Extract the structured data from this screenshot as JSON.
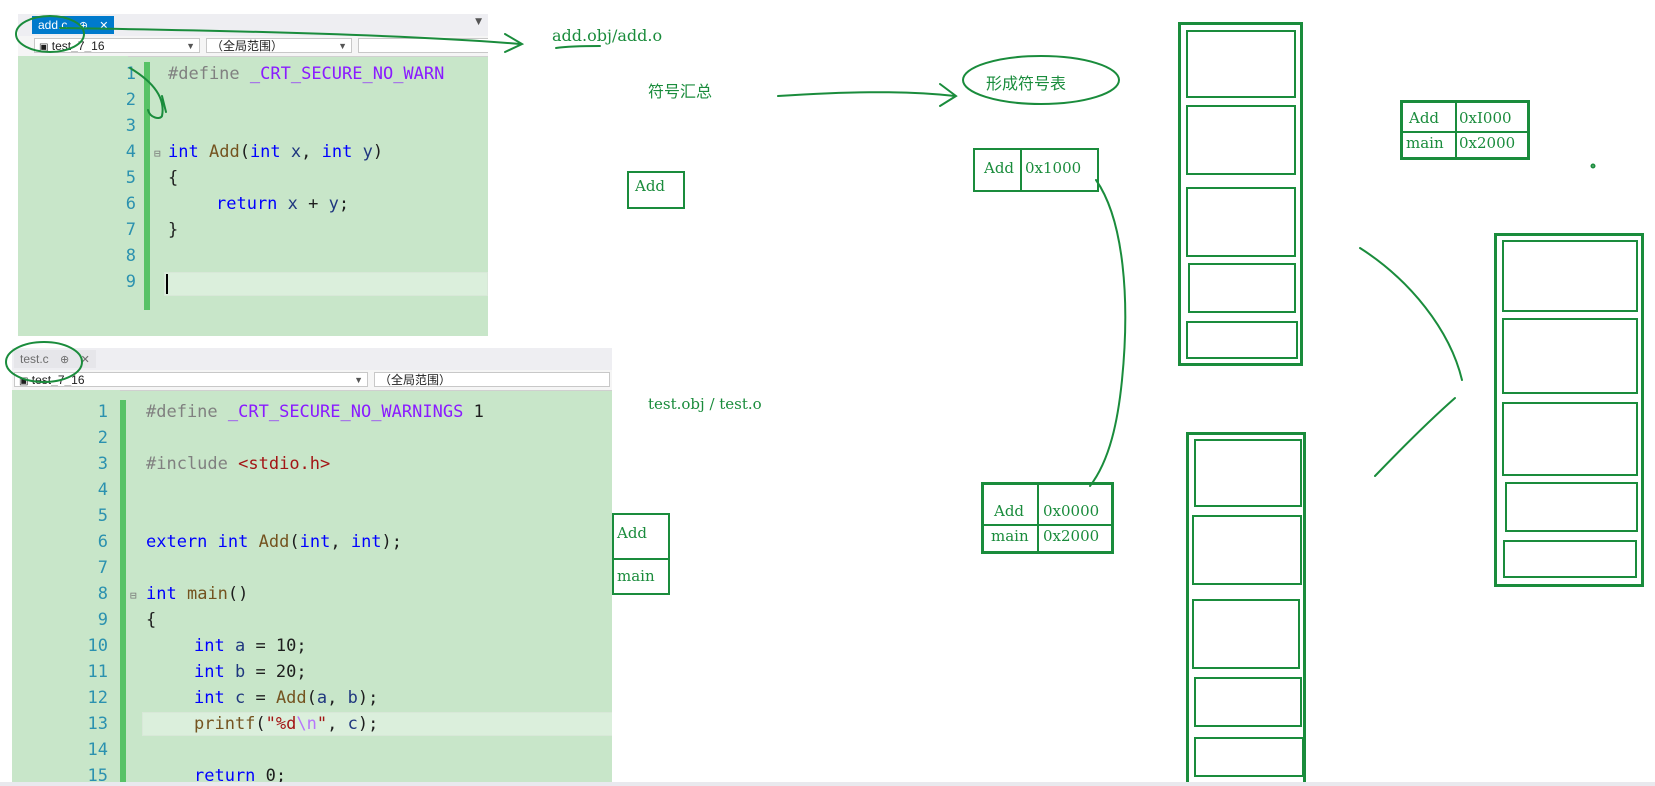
{
  "editors": {
    "add": {
      "tab_label": "add.c",
      "pin_glyph": "⊕",
      "close_glyph": "✕",
      "project_combo": "test_7_16",
      "scope_combo": "（全局范围）",
      "line_numbers": [
        "1",
        "2",
        "3",
        "4",
        "5",
        "6",
        "7",
        "8",
        "9"
      ],
      "lines": {
        "l1_directive": "#define",
        "l1_macro": "_CRT_SECURE_NO_WARN",
        "l4_int1": "int",
        "l4_name": "Add",
        "l4_p1": "(",
        "l4_int2": "int",
        "l4_x": "x",
        "l4_comma": ",",
        "l4_int3": "int",
        "l4_y": "y",
        "l4_close": ")",
        "l5": "{",
        "l6_return": "return",
        "l6_x": "x",
        "l6_plus": "+",
        "l6_y": "y",
        "l6_semi": ";",
        "l7": "}"
      }
    },
    "test": {
      "tab_label": "test.c",
      "pin_glyph": "⊕",
      "close_glyph": "✕",
      "project_combo": "test_7_16",
      "scope_combo": "（全局范围）",
      "line_numbers": [
        "1",
        "2",
        "3",
        "4",
        "5",
        "6",
        "7",
        "8",
        "9",
        "10",
        "11",
        "12",
        "13",
        "14",
        "15"
      ],
      "lines": {
        "l1_directive": "#define",
        "l1_macro": "_CRT_SECURE_NO_WARNINGS",
        "l1_val": "1",
        "l3_directive": "#include",
        "l3_header": "<stdio.h>",
        "l6_extern": "extern",
        "l6_int": "int",
        "l6_name": "Add",
        "l6_open": "(",
        "l6_int2": "int",
        "l6_comma": ",",
        "l6_int3": "int",
        "l6_close": ");",
        "l8_int": "int",
        "l8_name": "main",
        "l8_parens": "()",
        "l9": "{",
        "l10_int": "int",
        "l10_rest_a": "a",
        "l10_rest": " = 10;",
        "l11_int": "int",
        "l11_rest_b": "b",
        "l11_rest": " = 20;",
        "l12_int": "int",
        "l12_c": "c",
        "l12_eq": " = ",
        "l12_fn": "Add",
        "l12_args_open": "(",
        "l12_a": "a",
        "l12_comma": ", ",
        "l12_b": "b",
        "l12_args_close": ");",
        "l13_fn": "printf",
        "l13_open": "(",
        "l13_str1": "\"%d",
        "l13_esc": "\\n",
        "l13_str2": "\"",
        "l13_comma": ", ",
        "l13_c": "c",
        "l13_close": ");",
        "l15_return": "return",
        "l15_val": " 0;"
      }
    }
  },
  "annotations": {
    "add_obj": "add.obj/add.o",
    "symbol_summary": "符号汇总",
    "form_symbol_table": "形成符号表",
    "test_obj": "test.obj / test.o"
  },
  "symbol_boxes": {
    "add_only": {
      "name": "Add"
    },
    "add_table": {
      "name": "Add",
      "addr": "0x1000"
    },
    "test_pair": {
      "row1": "Add",
      "row2": "main"
    },
    "test_table": {
      "row1_name": "Add",
      "row1_addr": "0x0000",
      "row2_name": "main",
      "row2_addr": "0x2000"
    },
    "merged_table": {
      "row1_name": "Add",
      "row1_addr": "0xI000",
      "row2_name": "main",
      "row2_addr": "0x2000"
    }
  },
  "colors": {
    "ink": "#1a8c3c",
    "editor_bg": "#c8e6c9",
    "tab_active": "#007acc",
    "line_number": "#2b91af",
    "keyword": "#0000ff"
  }
}
